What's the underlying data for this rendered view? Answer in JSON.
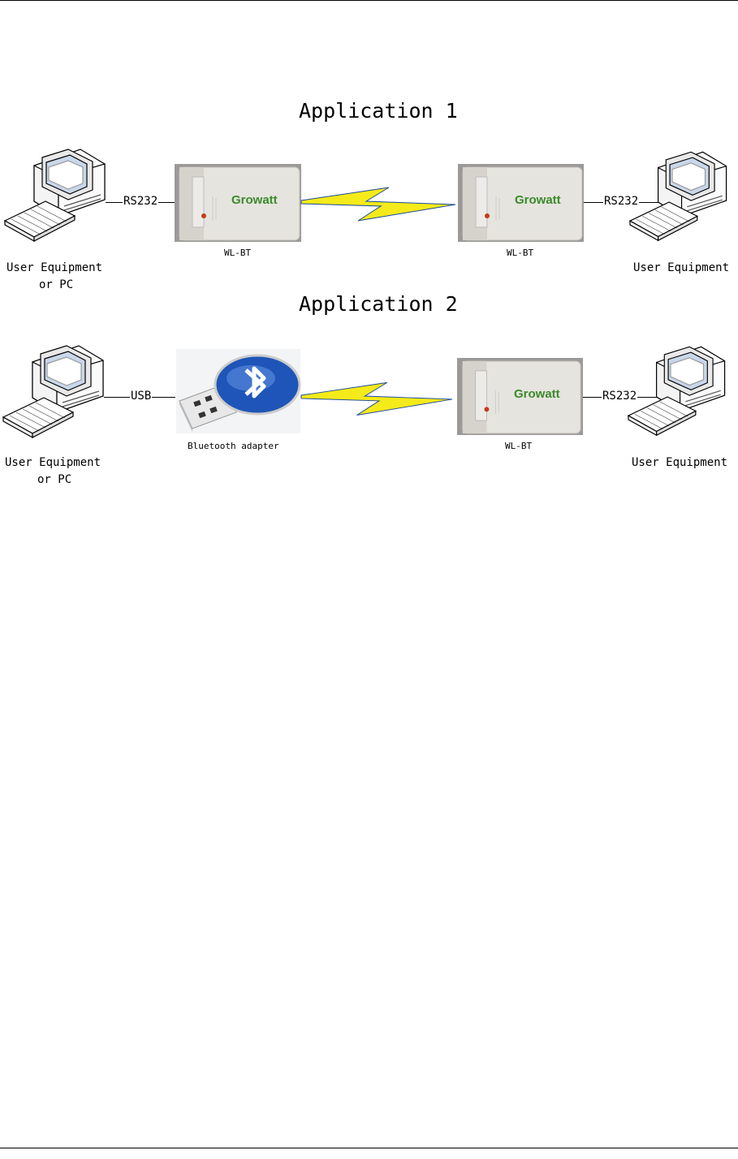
{
  "app1": {
    "title": "Application 1",
    "left_pc_label_line1": "User Equipment",
    "left_pc_label_line2": "or PC",
    "left_conn": "RS232",
    "left_device": "WL-BT",
    "right_device": "WL-BT",
    "right_conn": "RS232",
    "right_pc_label": "User Equipment",
    "logo_left": "Growatt",
    "logo_right": "Growatt"
  },
  "app2": {
    "title": "Application 2",
    "left_pc_label_line1": "User Equipment",
    "left_pc_label_line2": "or PC",
    "left_conn": "USB",
    "left_device": "Bluetooth adapter",
    "right_device": "WL-BT",
    "right_conn": "RS232",
    "right_pc_label": "User Equipment",
    "logo_right": "Growatt"
  },
  "colors": {
    "lightning": "#f5ea1a",
    "logo_green": "#3a8a2a",
    "bluetooth_blue": "#1f55b8",
    "device_body": "#e6e4df",
    "device_bg": "#9c9a98"
  },
  "icons": [
    "computer-icon",
    "lightning-bolt-icon",
    "bluetooth-icon"
  ]
}
